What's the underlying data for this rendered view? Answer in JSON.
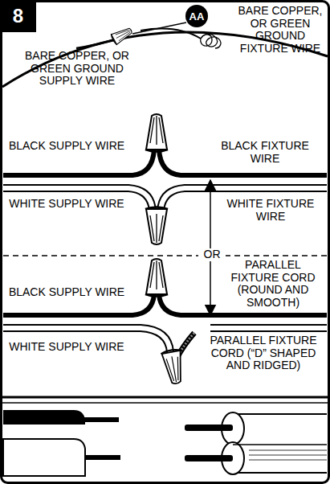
{
  "diagram": {
    "nodes": [
      {
        "text": [
          "8"
        ]
      },
      {
        "text": [
          "AA"
        ]
      }
    ],
    "labels": [
      "BARE COPPER, OR GREEN GROUND SUPPLY WIRE",
      "BARE COPPER, OR GREEN GROUND FIXTURE WIRE",
      "BLACK SUPPLY WIRE",
      "BLACK FIXTURE WIRE",
      "WHITE SUPPLY WIRE",
      "WHITE FIXTURE WIRE",
      "OR",
      "BLACK SUPPLY WIRE",
      "PARALLEL FIXTURE CORD (ROUND AND SMOOTH)",
      "WHITE SUPPLY WIRE",
      "PARALLEL FIXTURE CORD (“D” SHAPED AND RIDGED)"
    ]
  }
}
